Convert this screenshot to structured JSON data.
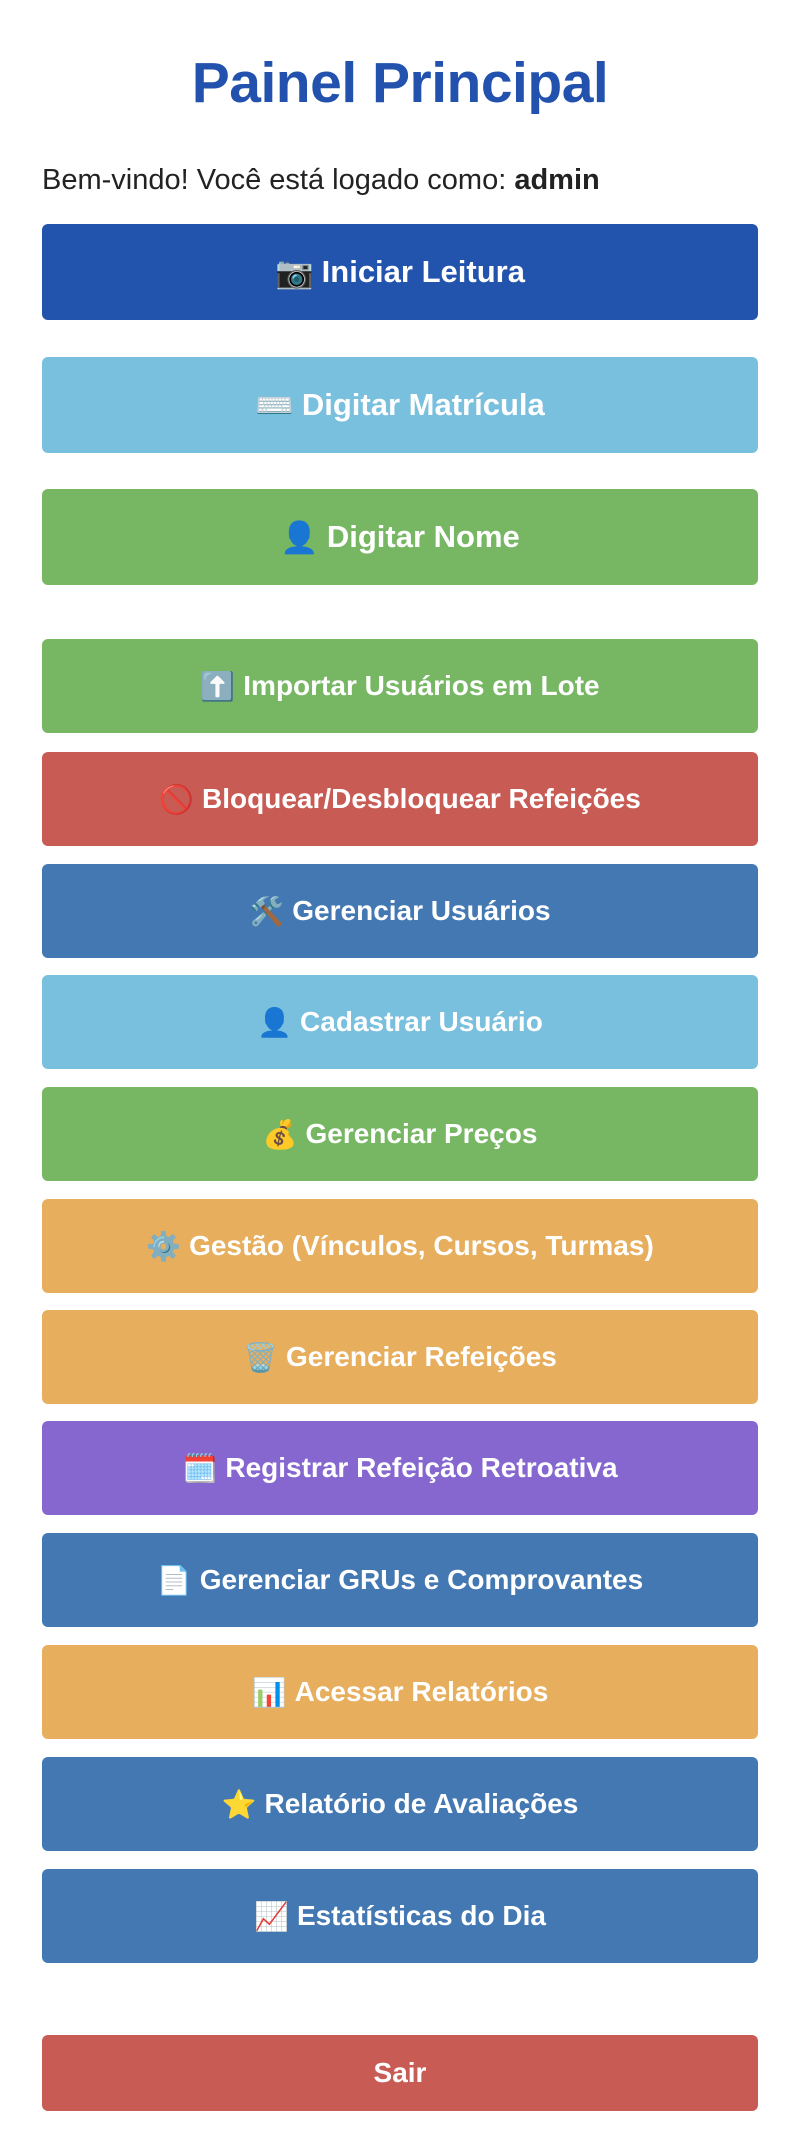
{
  "header": {
    "title": "Painel Principal"
  },
  "welcome": {
    "prefix": "Bem-vindo! Você está logado como:",
    "username": "admin"
  },
  "primary_actions": [
    {
      "icon": "📷",
      "icon_name": "camera-icon",
      "label": "Iniciar Leitura"
    },
    {
      "icon": "⌨️",
      "icon_name": "keyboard-icon",
      "label": "Digitar Matrícula"
    },
    {
      "icon": "👤",
      "icon_name": "user-icon",
      "label": "Digitar Nome"
    }
  ],
  "admin_actions": [
    {
      "icon": "⬆️",
      "icon_name": "upload-icon",
      "label": "Importar Usuários em Lote"
    },
    {
      "icon": "🚫",
      "icon_name": "prohibited-icon",
      "label": "Bloquear/Desbloquear Refeições"
    },
    {
      "icon": "🛠️",
      "icon_name": "tools-icon",
      "label": "Gerenciar Usuários"
    },
    {
      "icon": "👤",
      "icon_name": "user-icon",
      "label": "Cadastrar Usuário"
    },
    {
      "icon": "💰",
      "icon_name": "money-bag-icon",
      "label": "Gerenciar Preços"
    },
    {
      "icon": "⚙️",
      "icon_name": "gear-icon",
      "label": "Gestão (Vínculos, Cursos, Turmas)"
    },
    {
      "icon": "🗑️",
      "icon_name": "trash-icon",
      "label": "Gerenciar Refeições"
    },
    {
      "icon": "🗓️",
      "icon_name": "calendar-icon",
      "label": "Registrar Refeição Retroativa"
    },
    {
      "icon": "📄",
      "icon_name": "document-icon",
      "label": "Gerenciar GRUs e Comprovantes"
    },
    {
      "icon": "📊",
      "icon_name": "bar-chart-icon",
      "label": "Acessar Relatórios"
    },
    {
      "icon": "⭐",
      "icon_name": "star-icon",
      "label": "Relatório de Avaliações"
    },
    {
      "icon": "📈",
      "icon_name": "trend-chart-icon",
      "label": "Estatísticas do Dia"
    }
  ],
  "logout": {
    "label": "Sair"
  },
  "colors": {
    "title": "#2252ad",
    "primary": "#2253ad",
    "info": "#79bfde",
    "success": "#77b764",
    "danger": "#c95b55",
    "blue": "#4478b2",
    "warning": "#e6ae5d",
    "purple": "#8667cf"
  }
}
